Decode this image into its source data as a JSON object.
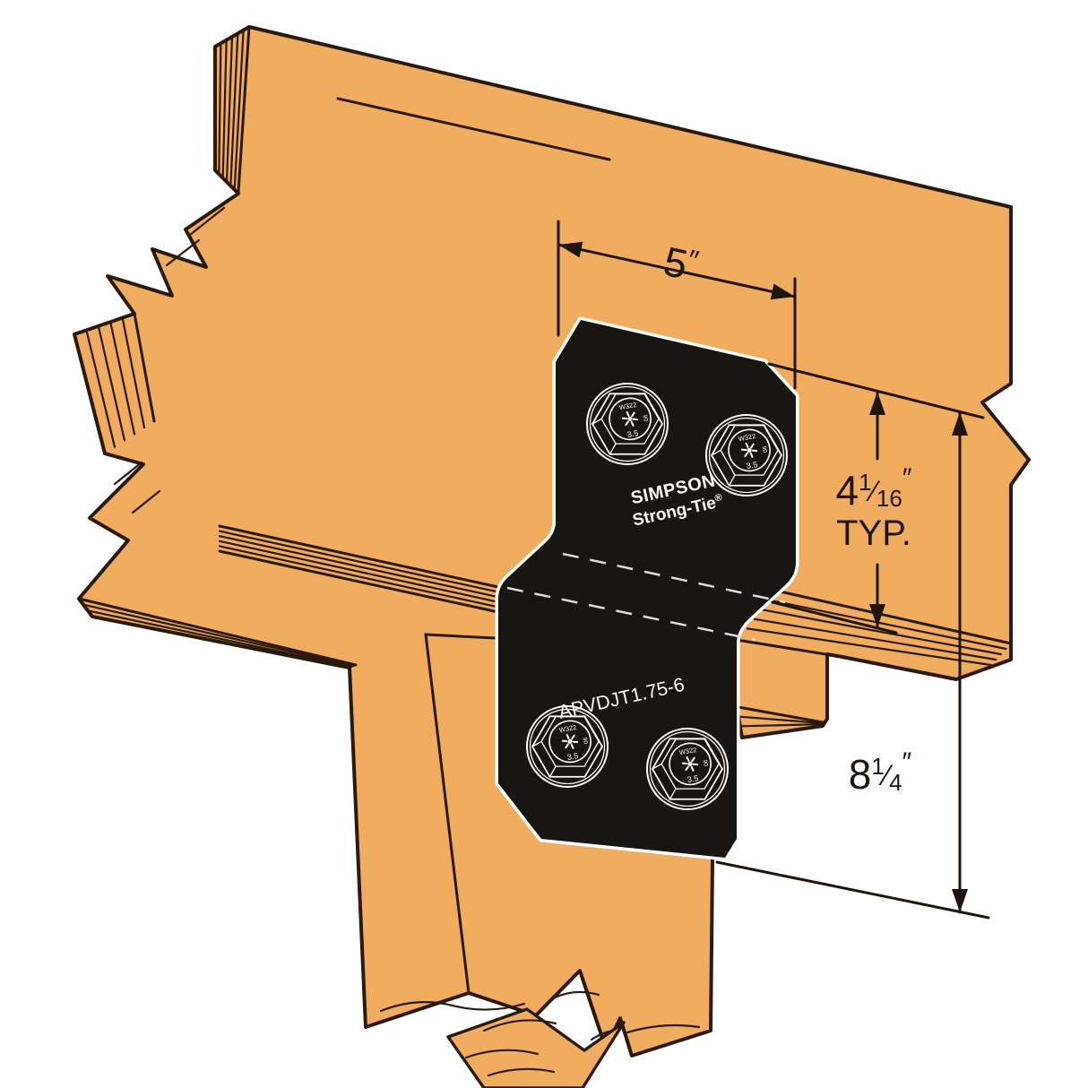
{
  "diagram": {
    "kind": "product-installation-illustration",
    "product_model": "APVDJT1.75-6",
    "brand": {
      "line1": "SIMPSON",
      "line2": "Strong-Tie",
      "registered": "®"
    },
    "bolt": {
      "top_marking": "W322",
      "bottom_marking": "3.5",
      "side_marking": "90"
    },
    "dimensions": {
      "top_width": {
        "value": "5",
        "unit": "″"
      },
      "flange_height": {
        "whole": "4",
        "numerator": "1",
        "fraction_slash": "⁄",
        "denominator": "16",
        "unit": "″",
        "qualifier": "TYP."
      },
      "lower_height": {
        "whole": "8",
        "numerator": "1",
        "fraction_slash": "⁄",
        "denominator": "4",
        "unit": "″"
      }
    },
    "colors": {
      "wood": "#F0AD60",
      "outline": "#2A1A0E",
      "plate": "#181512",
      "plate_text": "#FFFFFF",
      "dimension": "#20150C",
      "background": "#FFFFFF"
    }
  }
}
